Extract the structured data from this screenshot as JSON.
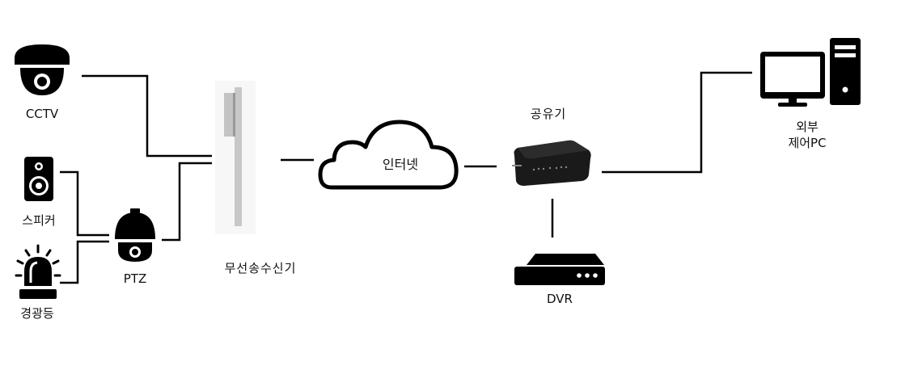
{
  "diagram": {
    "nodes": {
      "cctv": {
        "label": "CCTV",
        "icon": "dome-camera-icon"
      },
      "speaker": {
        "label": "스피커",
        "icon": "speaker-icon"
      },
      "warning_light": {
        "label": "경광등",
        "icon": "warning-light-icon"
      },
      "ptz": {
        "label": "PTZ",
        "icon": "ptz-camera-icon"
      },
      "wireless": {
        "label": "무선송수신기",
        "icon": "wireless-transceiver-icon"
      },
      "internet": {
        "label": "인터넷",
        "icon": "cloud-icon"
      },
      "router": {
        "label": "공유기",
        "icon": "router-icon"
      },
      "dvr": {
        "label": "DVR",
        "icon": "dvr-icon"
      },
      "pc": {
        "label_line1": "외부",
        "label_line2": "제어PC",
        "icon": "desktop-pc-icon"
      }
    },
    "edges": [
      {
        "from": "cctv",
        "to": "wireless"
      },
      {
        "from": "speaker",
        "to": "ptz"
      },
      {
        "from": "warning_light",
        "to": "ptz"
      },
      {
        "from": "ptz",
        "to": "wireless"
      },
      {
        "from": "wireless",
        "to": "internet"
      },
      {
        "from": "internet",
        "to": "router"
      },
      {
        "from": "router",
        "to": "dvr"
      },
      {
        "from": "router",
        "to": "pc"
      }
    ],
    "colors": {
      "line": "#000000",
      "icon": "#000000",
      "antenna": "#c8c8c8",
      "antenna_dark": "#b4b4b4",
      "router_body": "#1a1a1a"
    }
  }
}
